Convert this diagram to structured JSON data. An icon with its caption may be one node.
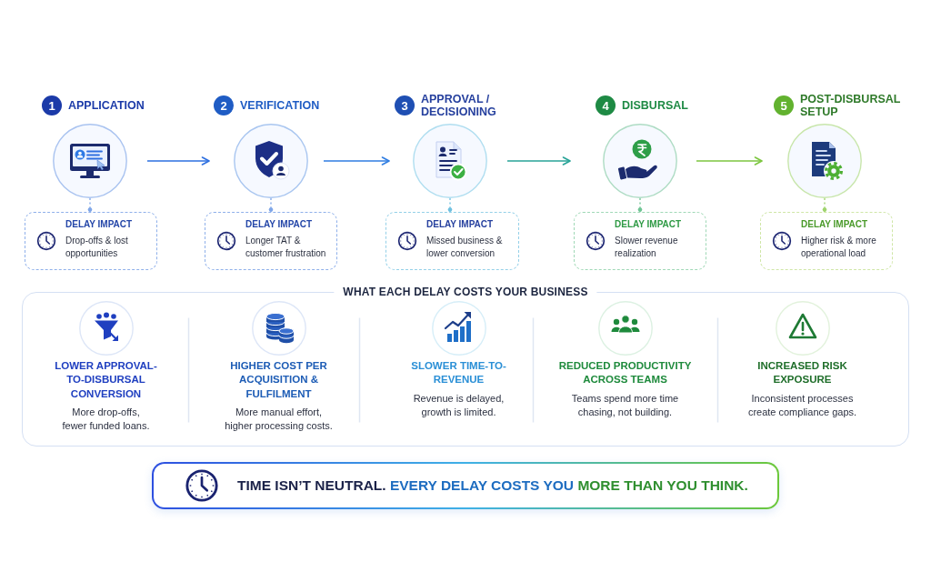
{
  "diagram": {
    "nodes": [
      {
        "text": [
          "1",
          "APPLICATION"
        ]
      },
      {
        "text": [
          "2",
          "VERIFICATION"
        ]
      },
      {
        "text": [
          "3",
          "APPROVAL / DECISIONING"
        ]
      },
      {
        "text": [
          "4",
          "DISBURSAL"
        ]
      },
      {
        "text": [
          "5",
          "POST-DISBURSAL SETUP"
        ]
      },
      {
        "text": [
          "DELAY IMPACT",
          "Drop-offs & lost opportunities"
        ]
      },
      {
        "text": [
          "DELAY IMPACT",
          "Longer TAT & customer frustration"
        ]
      },
      {
        "text": [
          "DELAY IMPACT",
          "Missed business & lower conversion"
        ]
      },
      {
        "text": [
          "DELAY IMPACT",
          "Slower revenue realization"
        ]
      },
      {
        "text": [
          "DELAY IMPACT",
          "Higher risk & more operational load"
        ]
      },
      {
        "text": [
          "WHAT EACH DELAY COSTS YOUR BUSINESS"
        ]
      },
      {
        "text": [
          "LOWER APPROVAL-TO-DISBURSAL CONVERSION",
          "More drop-offs, fewer funded loans."
        ],
        "in": 10
      },
      {
        "text": [
          "HIGHER COST PER ACQUISITION & FULFILMENT",
          "More manual effort, higher processing costs."
        ],
        "in": 10
      },
      {
        "text": [
          "SLOWER TIME-TO-REVENUE",
          "Revenue is delayed, growth is limited."
        ],
        "in": 10
      },
      {
        "text": [
          "REDUCED PRODUCTIVITY ACROSS TEAMS",
          "Teams spend more time chasing, not building."
        ],
        "in": 10
      },
      {
        "text": [
          "INCREASED RISK EXPOSURE",
          "Inconsistent processes create compliance gaps."
        ],
        "in": 10
      },
      {
        "text": [
          "TIME ISN’T NEUTRAL.",
          "EVERY DELAY COSTS YOU",
          "MORE THAN YOU THINK."
        ]
      }
    ],
    "edges": [
      {
        "from": 0,
        "to": 1,
        "arrow": "to",
        "color": "#2d6fe0"
      },
      {
        "from": 1,
        "to": 2,
        "arrow": "to",
        "color": "#2f7de2"
      },
      {
        "from": 2,
        "to": 3,
        "arrow": "to",
        "color": "#27a397"
      },
      {
        "from": 3,
        "to": 4,
        "arrow": "to",
        "color": "#7cc63f"
      },
      {
        "from": 0,
        "to": 5,
        "arrow": "other",
        "style": "dashed",
        "color": "#7fa6e8"
      },
      {
        "from": 1,
        "to": 6,
        "arrow": "other",
        "style": "dashed",
        "color": "#7fa6e8"
      },
      {
        "from": 2,
        "to": 7,
        "arrow": "other",
        "style": "dashed",
        "color": "#6fc0e0"
      },
      {
        "from": 3,
        "to": 8,
        "arrow": "other",
        "style": "dashed",
        "color": "#6fc494"
      },
      {
        "from": 4,
        "to": 9,
        "arrow": "other",
        "style": "dashed",
        "color": "#9fd46e"
      }
    ]
  }
}
